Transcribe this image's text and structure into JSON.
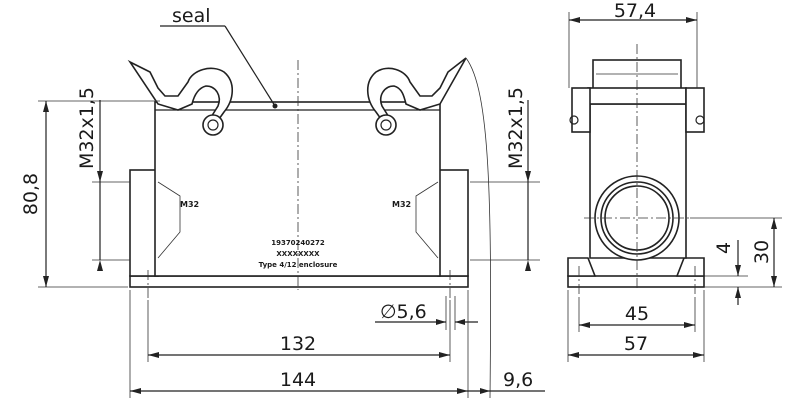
{
  "labels": {
    "seal": "seal",
    "m32_thread_left": "M32x1,5",
    "m32_thread_right": "M32x1,5",
    "height_total": "80,8",
    "width_top": "57,4",
    "hole_diameter": "∅5,6",
    "length_inner": "132",
    "length_total": "144",
    "offset": "9,6",
    "foot_spacing": "45",
    "width_base": "57",
    "foot_height": "4",
    "axis_height": "30"
  },
  "body_marks": {
    "m32_left": "M32",
    "m32_right": "M32",
    "part_number": "19370240272",
    "code": "XXXXXXXX",
    "type": "Type 4/12 enclosure"
  }
}
